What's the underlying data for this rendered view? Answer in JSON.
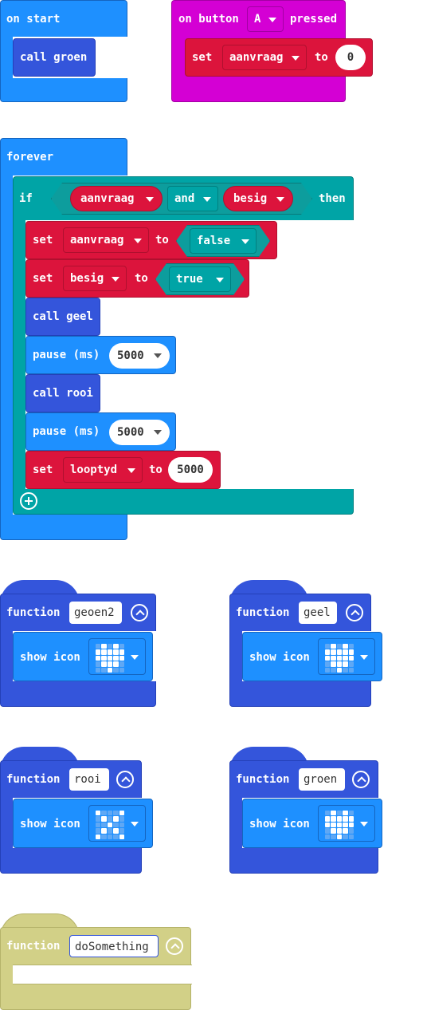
{
  "colors": {
    "basic": "#1e90ff",
    "functions": "#3455db",
    "variables": "#dc143c",
    "input": "#d400d4",
    "logic": "#00a4a6",
    "disabled": "#d2d087"
  },
  "on_start": {
    "label": "on start",
    "call_label": "call groen"
  },
  "on_button": {
    "prefix": "on button",
    "button_value": "A",
    "suffix": "pressed",
    "set_label": "set",
    "variable": "aanvraag",
    "to_label": "to",
    "value": "0"
  },
  "forever": {
    "label": "forever",
    "if_label": "if",
    "then_label": "then",
    "cond_left": "aanvraag",
    "operator": "and",
    "cond_right": "besig",
    "stmts": {
      "set1": {
        "set": "set",
        "var": "aanvraag",
        "to": "to",
        "val": "false"
      },
      "set2": {
        "set": "set",
        "var": "besig",
        "to": "to",
        "val": "true"
      },
      "call1": "call geel",
      "pause1": {
        "label": "pause (ms)",
        "val": "5000"
      },
      "call2": "call rooi",
      "pause2": {
        "label": "pause (ms)",
        "val": "5000"
      },
      "set3": {
        "set": "set",
        "var": "looptyd",
        "to": "to",
        "val": "5000"
      }
    }
  },
  "functions": {
    "f1": {
      "label": "function",
      "name": "geoen2",
      "show_icon": "show icon"
    },
    "f2": {
      "label": "function",
      "name": "geel",
      "show_icon": "show icon"
    },
    "f3": {
      "label": "function",
      "name": "rooi",
      "show_icon": "show icon"
    },
    "f4": {
      "label": "function",
      "name": "groen",
      "show_icon": "show icon"
    },
    "f5": {
      "label": "function",
      "name": "doSomething"
    }
  },
  "icon_heart": [
    0,
    1,
    0,
    1,
    0,
    1,
    1,
    1,
    1,
    1,
    1,
    1,
    1,
    1,
    1,
    0,
    1,
    1,
    1,
    0,
    0,
    0,
    1,
    0,
    0
  ],
  "icon_x": [
    1,
    0,
    0,
    0,
    1,
    0,
    1,
    0,
    1,
    0,
    0,
    0,
    1,
    0,
    0,
    0,
    1,
    0,
    1,
    0,
    1,
    0,
    0,
    0,
    1
  ]
}
